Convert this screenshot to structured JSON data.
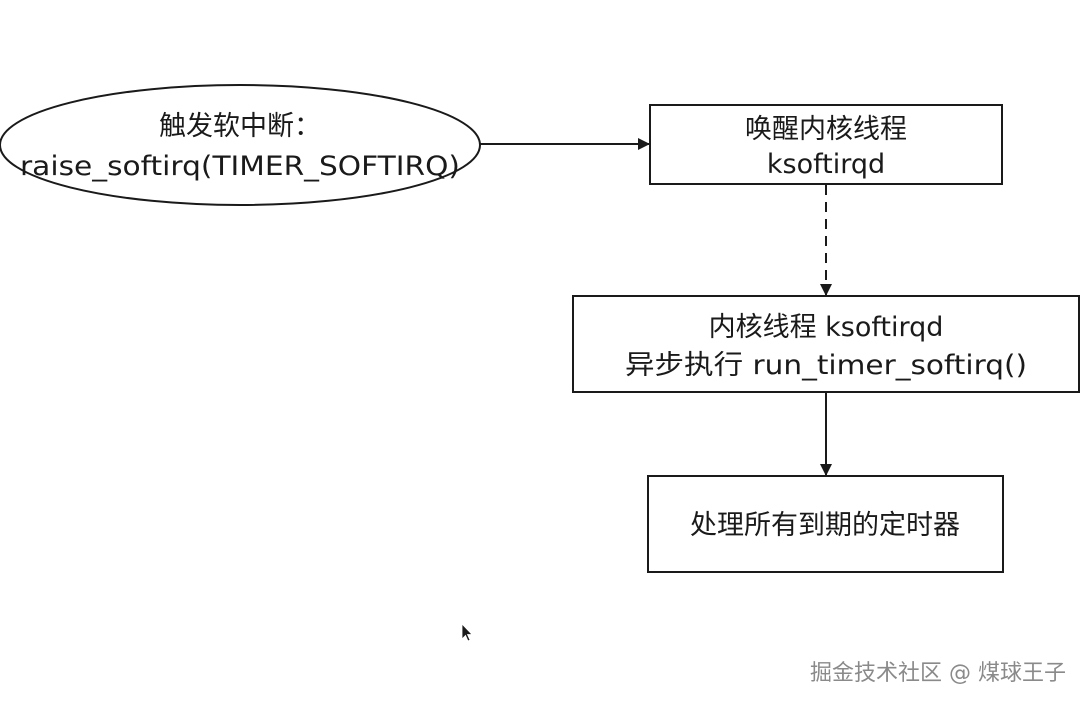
{
  "nodes": {
    "trigger": {
      "line1": "触发软中断：",
      "line2": "raise_softirq(TIMER_SOFTIRQ)"
    },
    "wakeup": {
      "line1": "唤醒内核线程",
      "line2": "ksoftirqd"
    },
    "async_exec": {
      "line1": "内核线程 ksoftirqd",
      "line2": "异步执行  run_timer_softirq()"
    },
    "handle": {
      "line1": "处理所有到期的定时器"
    }
  },
  "watermark": "掘金技术社区 @ 煤球王子",
  "colors": {
    "stroke": "#1a1a1a",
    "background": "#ffffff",
    "watermark": "#8a8a8a"
  }
}
